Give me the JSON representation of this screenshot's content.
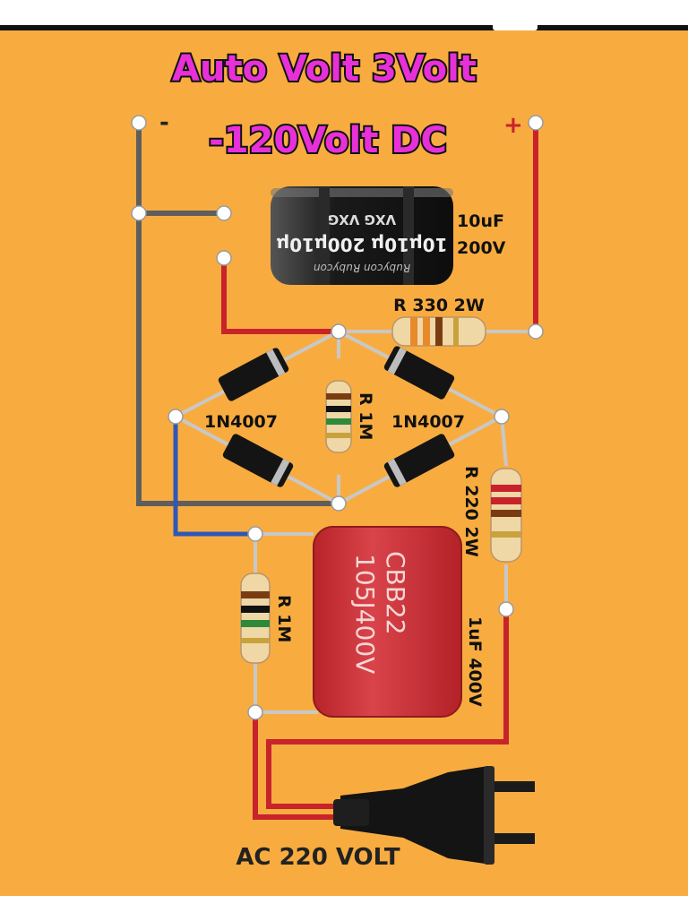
{
  "title": {
    "line1": "Auto Volt 3Volt",
    "line2": "-120Volt DC"
  },
  "terminals": {
    "negative": "-",
    "positive": "+"
  },
  "capacitor_electrolytic": {
    "label_value": "10uF",
    "label_voltage": "200V",
    "body_text_top": "VXG   VXG",
    "body_text_mid": "10µ10µ 200µ10µ",
    "body_text_brand": "Rubycon  Rubycon"
  },
  "resistor_top": {
    "label": "R 330 2W"
  },
  "diodes": {
    "left": "1N4007",
    "right": "1N4007"
  },
  "resistor_bridge": {
    "label": "R 1M"
  },
  "resistor_right": {
    "label": "R 220 2W"
  },
  "film_capacitor": {
    "line1": "CBB22",
    "line2": "105J400V",
    "label": "1uF 400V"
  },
  "resistor_bottom": {
    "label": "R 1M"
  },
  "plug": {
    "label": "AC 220 VOLT"
  },
  "colors": {
    "background": "#F8AC40",
    "wire_red": "#C8232B",
    "wire_gray": "#5E5E5E",
    "wire_blue": "#2F57B8",
    "title_fill": "#E830D8"
  }
}
